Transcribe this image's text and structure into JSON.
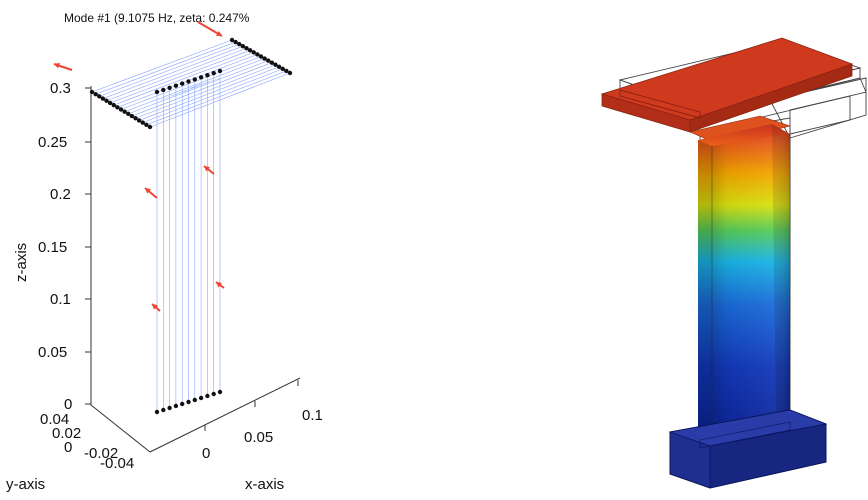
{
  "left_plot": {
    "title": "Mode #1 (9.1075 Hz,  zeta: 0.247%",
    "z_label": "z-axis",
    "y_label": "y-axis",
    "x_label": "x-axis",
    "z_ticks": [
      "0.3",
      "0.25",
      "0.2",
      "0.15",
      "0.1",
      "0.05",
      "0"
    ],
    "x_ticks": [
      "0",
      "0.05",
      "0.1"
    ],
    "y_ticks": [
      "0.04",
      "0.02",
      "0",
      "-0.02",
      "-0.04"
    ],
    "colors": {
      "wire": "#8aa6ff",
      "node": "#111111",
      "arrow": "#ee4433"
    }
  },
  "right_render": {
    "description_colormap": [
      "#b02020",
      "#e84a1c",
      "#f0a000",
      "#e8e000",
      "#50d060",
      "#18b8e8",
      "#1860d8",
      "#0a22a8"
    ],
    "colors": {
      "slab": "#c8391e",
      "base": "#1c2f8c",
      "outline": "#555555"
    }
  }
}
